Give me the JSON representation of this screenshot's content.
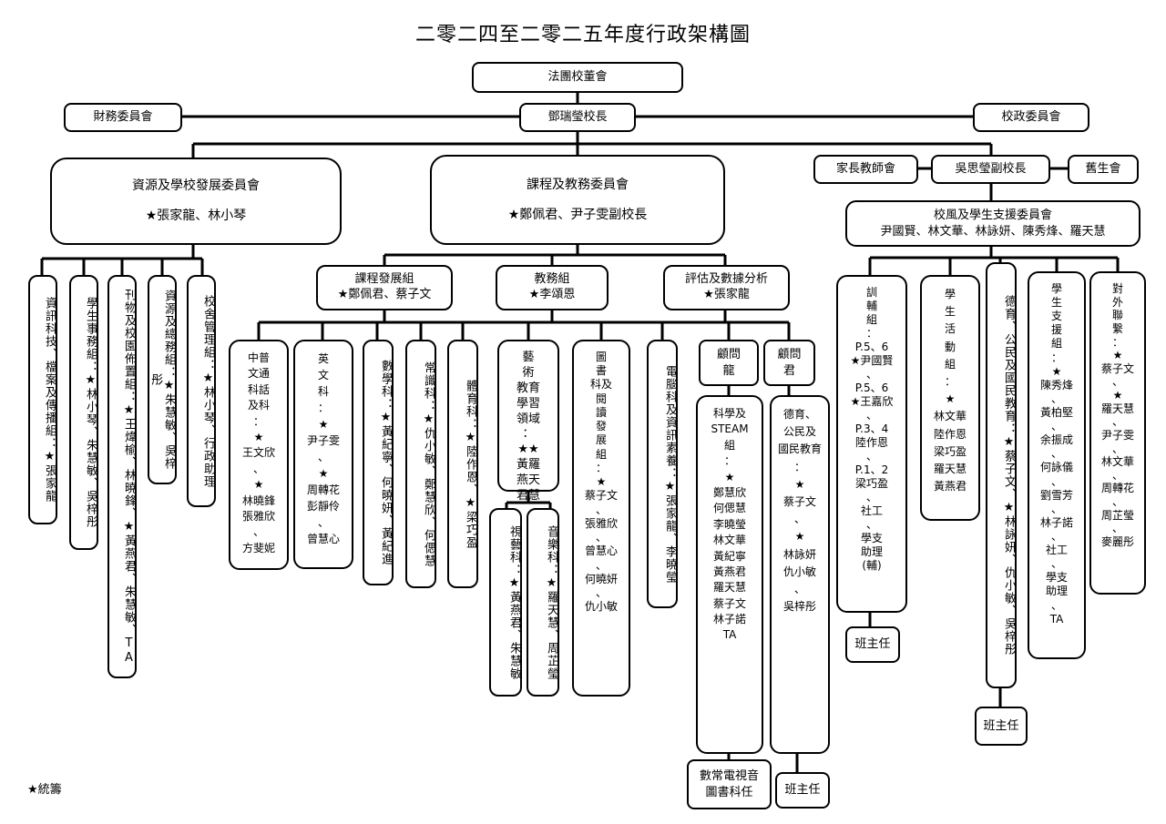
{
  "title": "二零二四至二零二五年度行政架構圖",
  "note": "★統籌",
  "top": {
    "board": "法團校董會",
    "principal": "鄧瑞瑩校長",
    "finance": "財務委員會",
    "school_admin": "校政委員會",
    "pta": "家長教師會",
    "vice_principal": "吳思瑩副校長",
    "alumni": "舊生會"
  },
  "committees": {
    "resources": {
      "title": "資源及學校發展委員會",
      "members": "★張家龍、林小琴"
    },
    "curriculum": {
      "title": "課程及教務委員會",
      "members": "★鄭佩君、尹子雯副校長"
    },
    "ethos": {
      "title": "校風及學生支援委員會",
      "members": "尹國賢、林文華、林詠妍、陳秀烽、羅天慧"
    }
  },
  "resource_groups": [
    {
      "text": "資訊科技、檔案及傳播組：★張家龍"
    },
    {
      "text": "學生事務組：★林小琴、朱慧敏、吳梓彤"
    },
    {
      "text": "刊物及校園佈置組：★王煒榆、林曉鋒、★黃燕君、朱慧敏、TA"
    },
    {
      "text": "資源及總務組：★朱慧敏、吳梓彤"
    },
    {
      "text": "校舍管理組：★林小琴、行政助理"
    }
  ],
  "curriculum_groups": [
    {
      "name": "課程發展組",
      "members": "★鄭佩君、蔡子文"
    },
    {
      "name": "教務組",
      "members": "★李頌恩"
    },
    {
      "name": "評估及數據分析",
      "members": "★張家龍"
    }
  ],
  "subjects": {
    "chinese": [
      "中普",
      "文通",
      "科話",
      "及科",
      "：",
      "★",
      "王文欣",
      "、",
      "★",
      "林曉鋒",
      "張雅欣",
      "、",
      "方斐妮"
    ],
    "english": [
      "英",
      "文",
      "科",
      "：",
      "★",
      "尹子雯",
      "、",
      "★",
      "周轉花",
      "彭靜伶",
      "、",
      "曾慧心"
    ],
    "math": "數學科：★黃紀寧、何曉妍、黃紀進",
    "gs": "常識科：★仇小敏、鄭慧欣、何偲慧",
    "pe": "體育科：★陸作恩、★梁巧盈",
    "arts_header": [
      "藝",
      "術",
      "教育",
      "學習",
      "領域",
      "：",
      "★★",
      "黃羅",
      "燕天",
      "君慧"
    ],
    "visual_arts": "視藝科：★黃燕君、朱慧敏",
    "music": "音樂科：★羅天慧、周芷瑩",
    "library": [
      "圖",
      "書",
      "科及",
      "閱",
      "讀",
      "發",
      "展",
      "組",
      "：",
      "★",
      "蔡子文",
      "、",
      "張雅欣",
      "、",
      "曾慧心",
      "、",
      "何曉妍",
      "、",
      "仇小敏"
    ],
    "computer": "電腦科及資訊素養：★張家龍、李曉瑩"
  },
  "advisors": {
    "long_label": [
      "顧問",
      "龍"
    ],
    "jun_label": [
      "顧問",
      "君"
    ],
    "science": [
      "科學及",
      "STEAM",
      "組",
      "：",
      "★",
      "鄭慧欣",
      "何偲慧",
      "李曉瑩",
      "林文華",
      "黃紀寧",
      "黃燕君",
      "羅天慧",
      "蔡子文",
      "林子諾",
      "TA"
    ],
    "science_sub": [
      "數常電視音",
      "圖書科任"
    ],
    "moral": [
      "德育、",
      "公民及",
      "國民教育",
      "：",
      "★",
      "蔡子文",
      "、",
      "★",
      "林詠妍",
      "仇小敏",
      "、",
      "吳梓彤"
    ],
    "moral_sub": "班主任"
  },
  "ethos_groups": {
    "discipline": [
      "訓",
      "輔",
      "組",
      "：",
      "P.5、6",
      "★尹國賢",
      "、",
      "P.5、6",
      "★王嘉欣",
      "、",
      "P.3、4",
      "陸作恩",
      "、",
      "P.1、2",
      "梁巧盈",
      "、",
      "社工",
      "、",
      "學支",
      "助理",
      "(輔)"
    ],
    "discipline_sub": "班主任",
    "activities": [
      "學",
      "生",
      "活",
      "動",
      "組",
      "：",
      "★",
      "林文華",
      "陸作恩",
      "梁巧盈",
      "羅天慧",
      "黃燕君"
    ],
    "civic": "德育、公民及國民教育：★蔡子文、★林詠妍、仇小敏、吳梓彤",
    "civic_sub": "班主任",
    "support": [
      "學",
      "生",
      "支",
      "援",
      "組",
      "：",
      "★",
      "陳秀烽",
      "、",
      "黃柏堅",
      "、",
      "余振成",
      "、",
      "何詠儀",
      "、",
      "劉雪芳",
      "、",
      "林子諾",
      "、",
      "社工",
      "、",
      "學支",
      "助理",
      "、",
      "TA"
    ],
    "external": [
      "對",
      "外",
      "聯",
      "繫",
      "：",
      "★",
      "蔡子文",
      "、",
      "★",
      "羅天慧",
      "、",
      "尹子雯",
      "、",
      "林文華",
      "、",
      "周轉花",
      "、",
      "周芷瑩",
      "、",
      "麥麗彤"
    ]
  }
}
